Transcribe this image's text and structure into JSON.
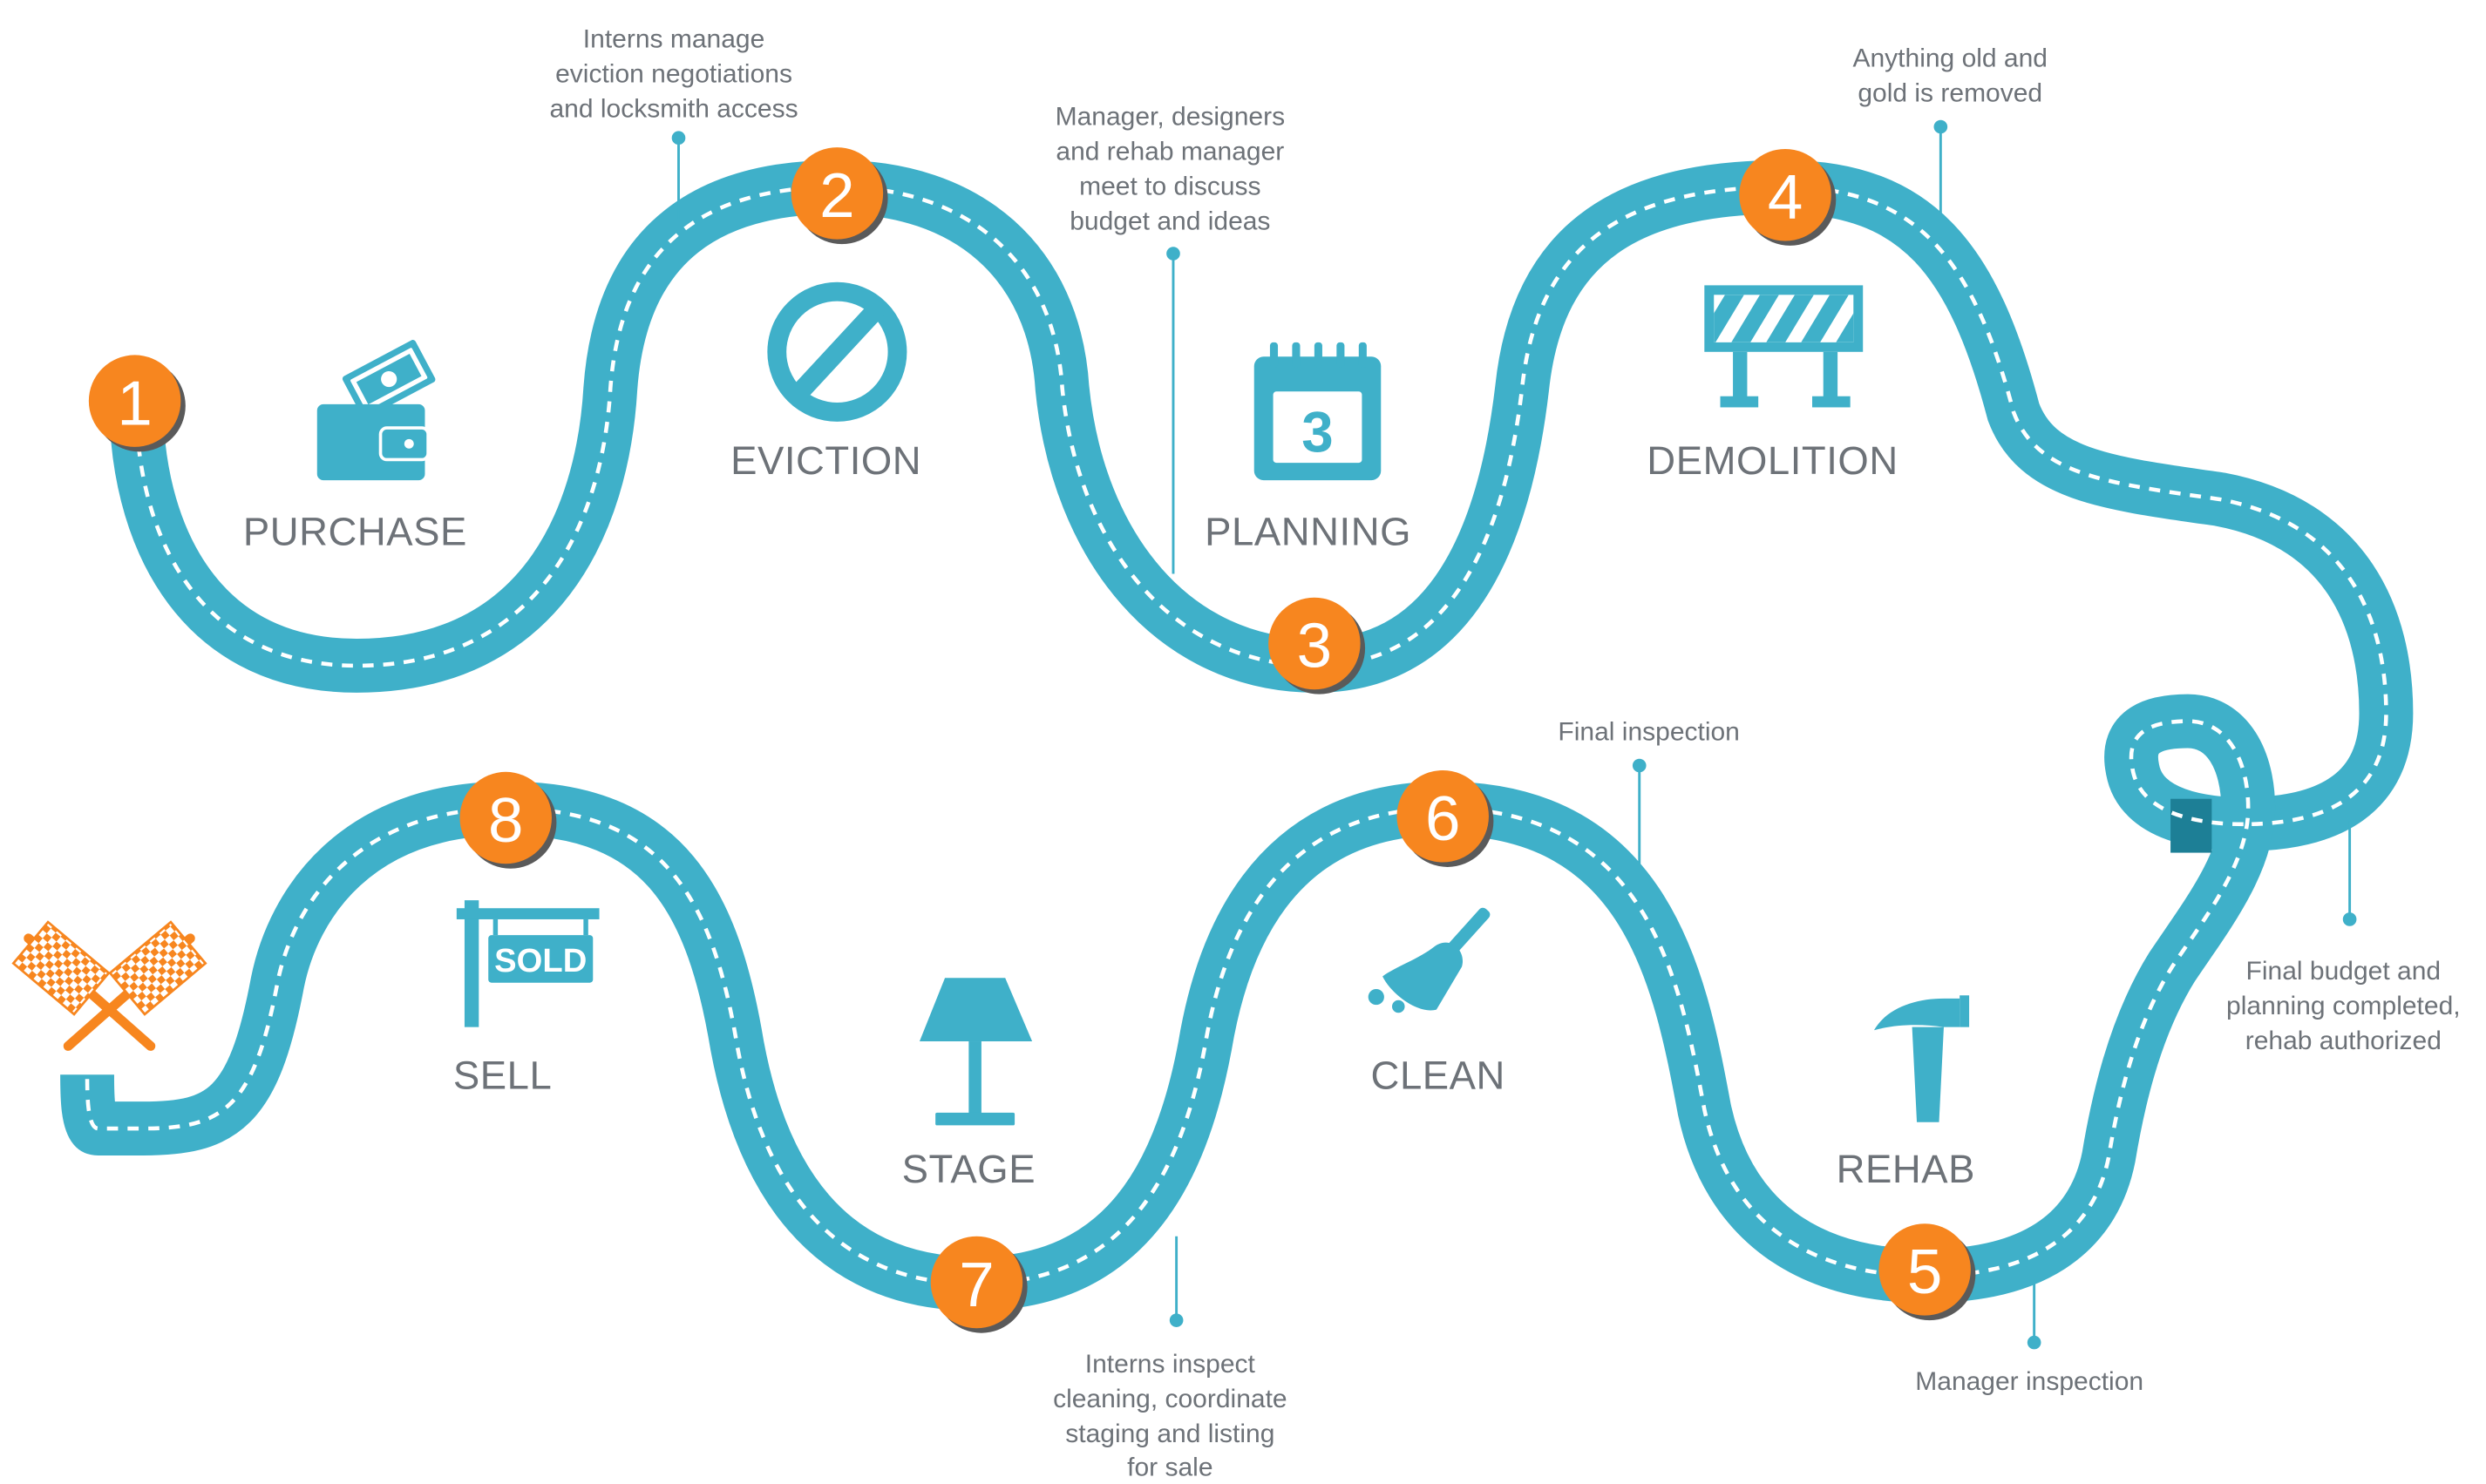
{
  "colors": {
    "road": "#3fb0c9",
    "road_dark": "#1d7f96",
    "marker": "#f7861f",
    "marker_shadow": "#5a5a5a",
    "text": "#6d7278",
    "flag": "#f7861f"
  },
  "markers": [
    {
      "num": "1"
    },
    {
      "num": "2"
    },
    {
      "num": "3"
    },
    {
      "num": "4"
    },
    {
      "num": "5"
    },
    {
      "num": "6"
    },
    {
      "num": "7"
    },
    {
      "num": "8"
    }
  ],
  "stages": [
    {
      "label": "PURCHASE",
      "icon": "wallet-icon"
    },
    {
      "label": "EVICTION",
      "icon": "no-entry-icon"
    },
    {
      "label": "PLANNING",
      "icon": "calendar-icon"
    },
    {
      "label": "DEMOLITION",
      "icon": "barricade-icon"
    },
    {
      "label": "REHAB",
      "icon": "hammer-icon"
    },
    {
      "label": "CLEAN",
      "icon": "broom-icon"
    },
    {
      "label": "STAGE",
      "icon": "lamp-icon"
    },
    {
      "label": "SELL",
      "icon": "sold-sign-icon"
    }
  ],
  "calendar_number": "3",
  "sold_sign_text": "SOLD",
  "finish_icon": "checkered-flags-icon",
  "notes": {
    "eviction": [
      "Interns manage",
      "eviction negotiations",
      "and locksmith access"
    ],
    "planning": [
      "Manager, designers",
      "and rehab manager",
      "meet to discuss",
      "budget and ideas"
    ],
    "demolition": [
      "Anything old and",
      "gold is removed"
    ],
    "final_budget": [
      "Final budget and",
      "planning completed,",
      "rehab authorized"
    ],
    "rehab": [
      "Manager inspection"
    ],
    "clean": [
      "Final inspection"
    ],
    "stage": [
      "Interns inspect",
      "cleaning, coordinate",
      "staging and listing",
      "for sale"
    ]
  }
}
